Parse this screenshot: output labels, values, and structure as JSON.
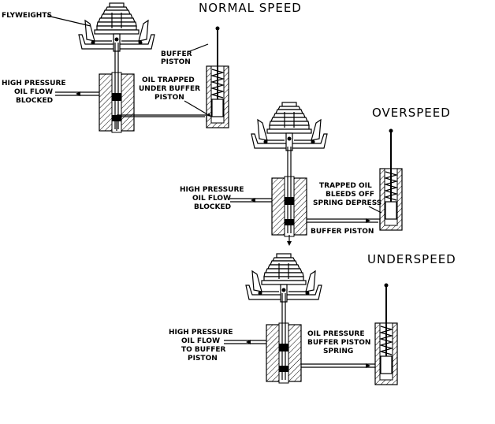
{
  "titles": {
    "normal": "NORMAL SPEED",
    "over": "OVERSPEED",
    "under": "UNDERSPEED"
  },
  "normal": {
    "flyweights": "FLYWEIGHTS",
    "buffer_piston": [
      "BUFFER",
      "PISTON"
    ],
    "hp_oil": [
      "HIGH PRESSURE",
      "OIL FLOW",
      "BLOCKED"
    ],
    "oil_trapped": [
      "OIL TRAPPED",
      "UNDER BUFFER",
      "PISTON"
    ]
  },
  "over": {
    "hp_oil": [
      "HIGH PRESSURE",
      "OIL FLOW",
      "BLOCKED"
    ],
    "trapped_oil": [
      "TRAPPED OIL",
      "BLEEDS OFF",
      "SPRING DEPRESS"
    ],
    "buffer_piston": "BUFFER PISTON"
  },
  "under": {
    "hp_oil": [
      "HIGH PRESSURE",
      "OIL FLOW",
      "TO BUFFER",
      "PISTON"
    ],
    "oil_pressure": [
      "OIL PRESSURE",
      "BUFFER PISTON",
      "SPRING"
    ]
  }
}
